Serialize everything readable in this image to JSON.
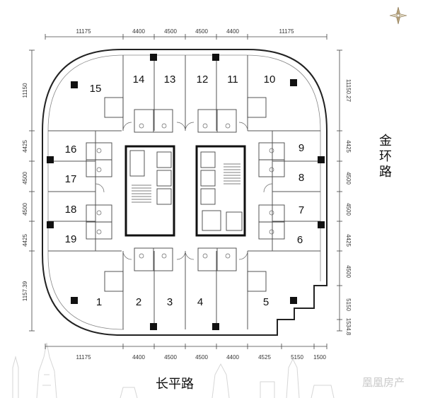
{
  "dimensions": {
    "top": [
      "11175",
      "4400",
      "4500",
      "4500",
      "4400",
      "11175"
    ],
    "bottom": [
      "11175",
      "4400",
      "4500",
      "4500",
      "4400",
      "4525",
      "5150",
      "1500"
    ],
    "left": [
      "11150",
      "4425",
      "4500",
      "4500",
      "4425",
      "1157.39"
    ],
    "right": [
      "11150.27",
      "4425",
      "4500",
      "4500",
      "4425",
      "4500",
      "5150",
      "1534.8"
    ]
  },
  "units": [
    "1",
    "2",
    "3",
    "4",
    "5",
    "6",
    "7",
    "8",
    "9",
    "10",
    "11",
    "12",
    "13",
    "14",
    "15",
    "16",
    "17",
    "18",
    "19"
  ],
  "roads": {
    "east": "金环路",
    "south": "长平路"
  },
  "watermark": "凰凰房产",
  "icons": {
    "compass": "compass-icon"
  },
  "colors": {
    "wall": "#111111",
    "line": "#555555",
    "dim": "#333333"
  }
}
